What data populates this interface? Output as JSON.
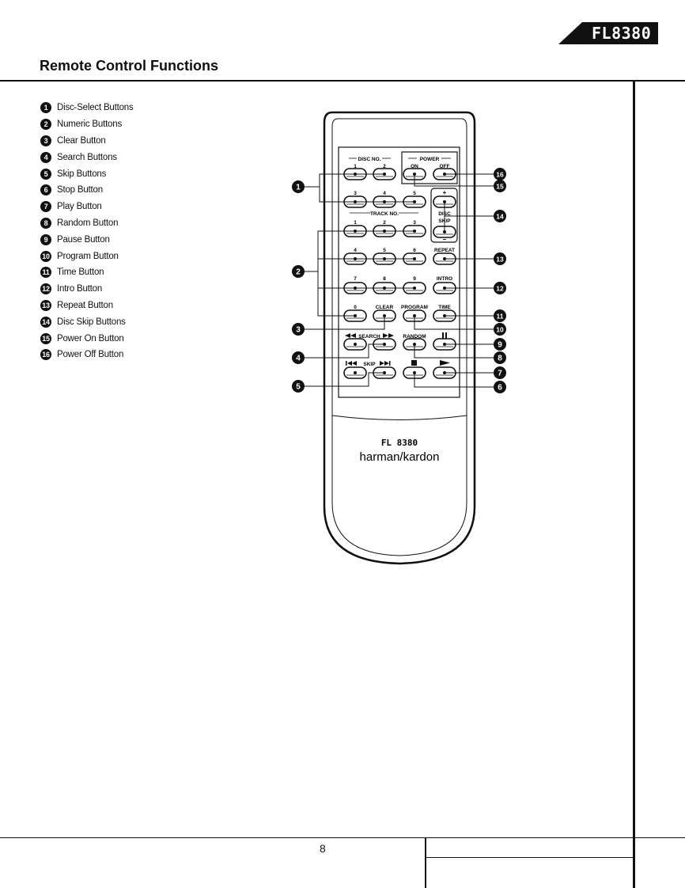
{
  "header": {
    "model": "FL8380",
    "title": "Remote Control Functions"
  },
  "legend": [
    {
      "num": "1",
      "label": "Disc-Select Buttons"
    },
    {
      "num": "2",
      "label": "Numeric Buttons"
    },
    {
      "num": "3",
      "label": "Clear Button"
    },
    {
      "num": "4",
      "label": "Search Buttons"
    },
    {
      "num": "5",
      "label": "Skip Buttons"
    },
    {
      "num": "6",
      "label": "Stop Button"
    },
    {
      "num": "7",
      "label": "Play Button"
    },
    {
      "num": "8",
      "label": "Random Button"
    },
    {
      "num": "9",
      "label": "Pause Button"
    },
    {
      "num": "10",
      "label": "Program Button"
    },
    {
      "num": "11",
      "label": "Time Button"
    },
    {
      "num": "12",
      "label": "Intro Button"
    },
    {
      "num": "13",
      "label": "Repeat Button"
    },
    {
      "num": "14",
      "label": "Disc Skip Buttons"
    },
    {
      "num": "15",
      "label": "Power On Button"
    },
    {
      "num": "16",
      "label": "Power Off Button"
    }
  ],
  "remote": {
    "disc_no_label": "DISC NO.",
    "power_label": "POWER",
    "power_on": "ON",
    "power_off": "OFF",
    "track_no_label": "TRACK NO.",
    "disc_skip_label": "DISC",
    "disc_skip_label2": "SKIP",
    "disc_plus": "+",
    "disc_minus": "–",
    "repeat": "REPEAT",
    "intro": "INTRO",
    "clear": "CLEAR",
    "program": "PROGRAM",
    "time": "TIME",
    "search": "SEARCH",
    "random": "RANDOM",
    "skip": "SKIP",
    "model_label": "FL 8380",
    "brand": "harman/kardon",
    "digits": {
      "d1": "1",
      "d2": "2",
      "d3": "3",
      "d4": "4",
      "d5": "5",
      "t1": "1",
      "t2": "2",
      "t3": "3",
      "t4": "4",
      "t5": "5",
      "t6": "6",
      "t7": "7",
      "t8": "8",
      "t9": "9",
      "t0": "0"
    }
  },
  "footer": {
    "page_number": "8"
  }
}
